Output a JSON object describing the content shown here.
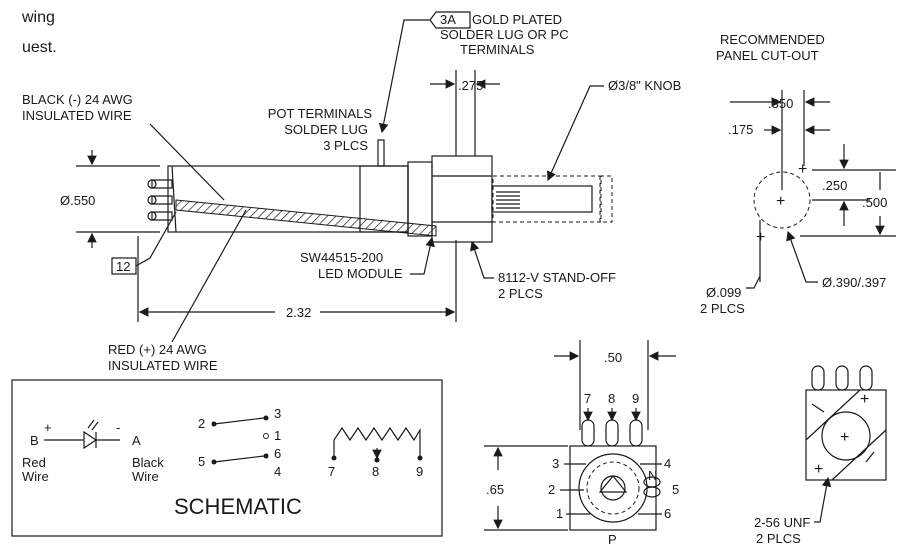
{
  "header": {
    "line1": "wing",
    "line2": "uest."
  },
  "main_view": {
    "callout_3a_box": "3A",
    "callout_3a_line1": "GOLD PLATED",
    "callout_3a_line2": "SOLDER LUG OR PC",
    "callout_3a_line3": "TERMINALS",
    "dim_275": ".275",
    "knob_label": "Ø3/8\" KNOB",
    "black_wire_line1": "BLACK (-) 24 AWG",
    "black_wire_line2": "INSULATED WIRE",
    "pot_terms_line1": "POT TERMINALS",
    "pot_terms_line2": "SOLDER LUG",
    "pot_terms_line3": "3 PLCS",
    "dia_550": "Ø.550",
    "box_12": "12",
    "led_module_line1": "SW44515-200",
    "led_module_line2": "LED MODULE",
    "standoff_line1": "8112-V STAND-OFF",
    "standoff_line2": "2 PLCS",
    "dim_232": "2.32",
    "red_wire_line1": "RED (+) 24 AWG",
    "red_wire_line2": "INSULATED WIRE"
  },
  "panel_cutout": {
    "title_line1": "RECOMMENDED",
    "title_line2": "PANEL CUT-OUT",
    "dim_350": ".350",
    "dim_175": ".175",
    "dim_250": ".250",
    "dim_500": ".500",
    "hole_line1": "Ø.099",
    "hole_line2": "2 PLCS",
    "bore": "Ø.390/.397"
  },
  "schematic": {
    "b_label": "B",
    "plus": "+",
    "minus": "-",
    "a_label": "A",
    "red_line1": "Red",
    "red_line2": "Wire",
    "black_line1": "Black",
    "black_line2": "Wire",
    "sw_2": "2",
    "sw_3": "3",
    "sw_1": "1",
    "sw_5": "5",
    "sw_6": "6",
    "sw_4": "4",
    "pot_7": "7",
    "pot_8": "8",
    "pot_9": "9",
    "title": "SCHEMATIC"
  },
  "rear_view": {
    "dim_50": ".50",
    "t7": "7",
    "t8": "8",
    "t9": "9",
    "t3": "3",
    "t4": "4",
    "t2": "2",
    "t5": "5",
    "t1": "1",
    "t6": "6",
    "n": "N",
    "dim_65": ".65",
    "p": "P"
  },
  "side_view": {
    "thread_line1": "2-56 UNF",
    "thread_line2": "2 PLCS"
  }
}
